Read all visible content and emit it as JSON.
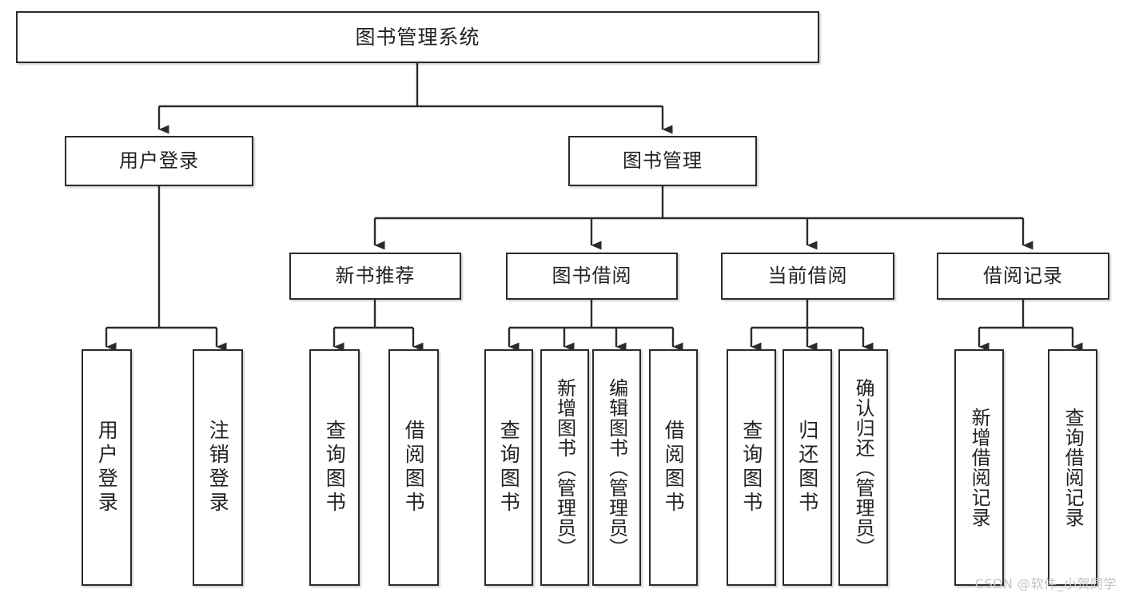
{
  "diagram": {
    "type": "tree-hierarchy-chart",
    "title": "图书管理系统",
    "orientation": "top-down",
    "nodes": {
      "root": {
        "label": "图书管理系统"
      },
      "level2": [
        {
          "label": "用户登录"
        },
        {
          "label": "图书管理"
        }
      ],
      "level3": [
        {
          "label": "新书推荐"
        },
        {
          "label": "图书借阅"
        },
        {
          "label": "当前借阅"
        },
        {
          "label": "借阅记录"
        }
      ],
      "leaves": [
        {
          "label": "用户登录",
          "parent": "用户登录"
        },
        {
          "label": "注销登录",
          "parent": "用户登录"
        },
        {
          "label": "查询图书",
          "parent": "新书推荐"
        },
        {
          "label": "借阅图书",
          "parent": "新书推荐"
        },
        {
          "label": "查询图书",
          "parent": "图书借阅"
        },
        {
          "label": "新增图书（管理员）",
          "parent": "图书借阅"
        },
        {
          "label": "编辑图书（管理员）",
          "parent": "图书借阅"
        },
        {
          "label": "借阅图书",
          "parent": "图书借阅"
        },
        {
          "label": "查询图书",
          "parent": "当前借阅"
        },
        {
          "label": "归还图书",
          "parent": "当前借阅"
        },
        {
          "label": "确认归还（管理员）",
          "parent": "当前借阅"
        },
        {
          "label": "新增借阅记录",
          "parent": "借阅记录"
        },
        {
          "label": "查询借阅记录",
          "parent": "借阅记录"
        }
      ]
    },
    "colors": {
      "border": "#2b2b2b",
      "text": "#222222",
      "background": "#ffffff",
      "watermark": "#c3c3c3"
    }
  },
  "watermark": {
    "text": "CSDN @软件_小贺同学"
  }
}
